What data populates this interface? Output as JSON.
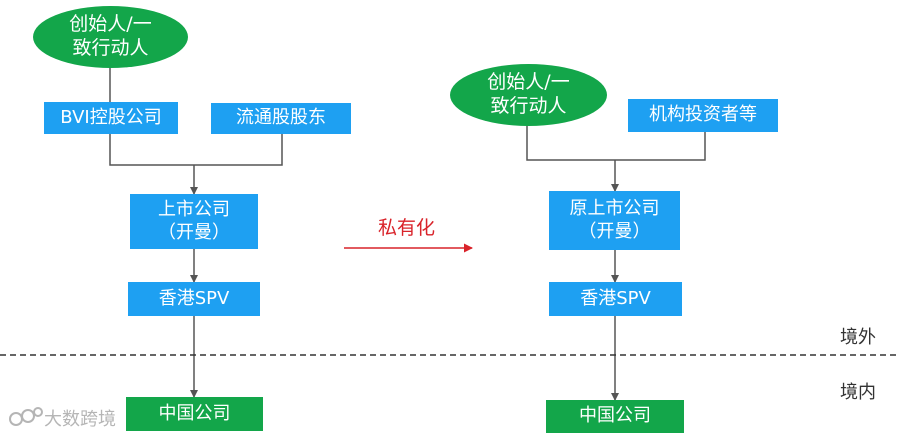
{
  "left": {
    "founder_line1": "创始人/一",
    "founder_line2": "致行动人",
    "bvi": "BVI控股公司",
    "public_shareholders": "流通股股东",
    "listed_line1": "上市公司",
    "listed_line2": "（开曼）",
    "hk_spv": "香港SPV",
    "china_co": "中国公司"
  },
  "arrow_label": "私有化",
  "right": {
    "founder_line1": "创始人/一",
    "founder_line2": "致行动人",
    "institutions": "机构投资者等",
    "listed_line1": "原上市公司",
    "listed_line2": "（开曼）",
    "hk_spv": "香港SPV",
    "china_co": "中国公司"
  },
  "zones": {
    "offshore": "境外",
    "onshore": "境内"
  },
  "watermark": "大数跨境",
  "colors": {
    "blue": "#1ea0f2",
    "green": "#13a64a",
    "arrow": "#d9232a",
    "line": "#555555"
  }
}
